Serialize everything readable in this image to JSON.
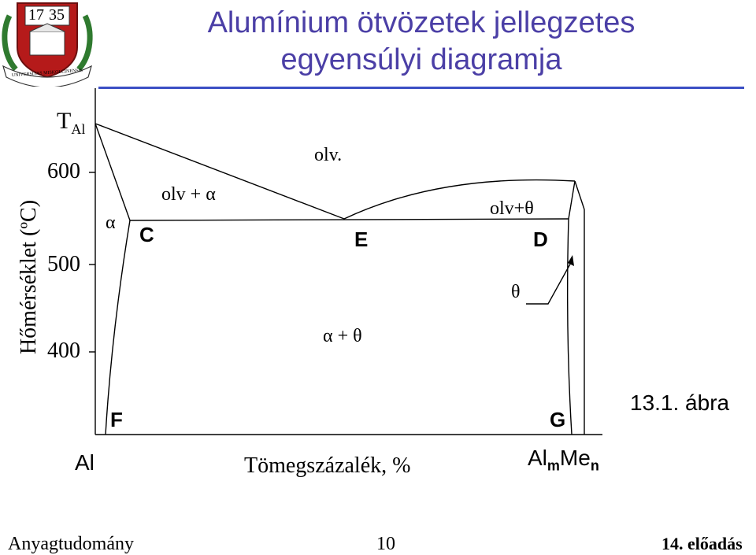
{
  "header": {
    "title_line1": "Alumínium ötvözetek jellegzetes",
    "title_line2": "egyensúlyi diagramja",
    "accent_color": "#3b4fc4",
    "logo": {
      "year_left": "17",
      "year_right": "35",
      "ribbon_text": "UNIVERSITAS MISKOLCINENSIS"
    }
  },
  "diagram": {
    "y_axis_label": "Hőmérséklet (ºC)",
    "t_al_main": "T",
    "t_al_sub": "Al",
    "ticks": [
      "600",
      "500",
      "400"
    ],
    "x_left_label": "Al",
    "x_axis_label": "Tömegszázalék, %",
    "compound_al": "Al",
    "compound_m": "m",
    "compound_me": "Me",
    "compound_n": "n",
    "regions": {
      "liquid": "olv.",
      "liquid_alpha": "olv + α",
      "liquid_theta": "olv+θ",
      "alpha": "α",
      "alpha_theta": "α + θ",
      "theta": "θ"
    },
    "points": {
      "C": "C",
      "E": "E",
      "D": "D",
      "F": "F",
      "G": "G"
    },
    "figure_caption": "13.1. ábra"
  },
  "footer": {
    "left": "Anyagtudomány",
    "center": "10",
    "right": "14. előadás"
  }
}
